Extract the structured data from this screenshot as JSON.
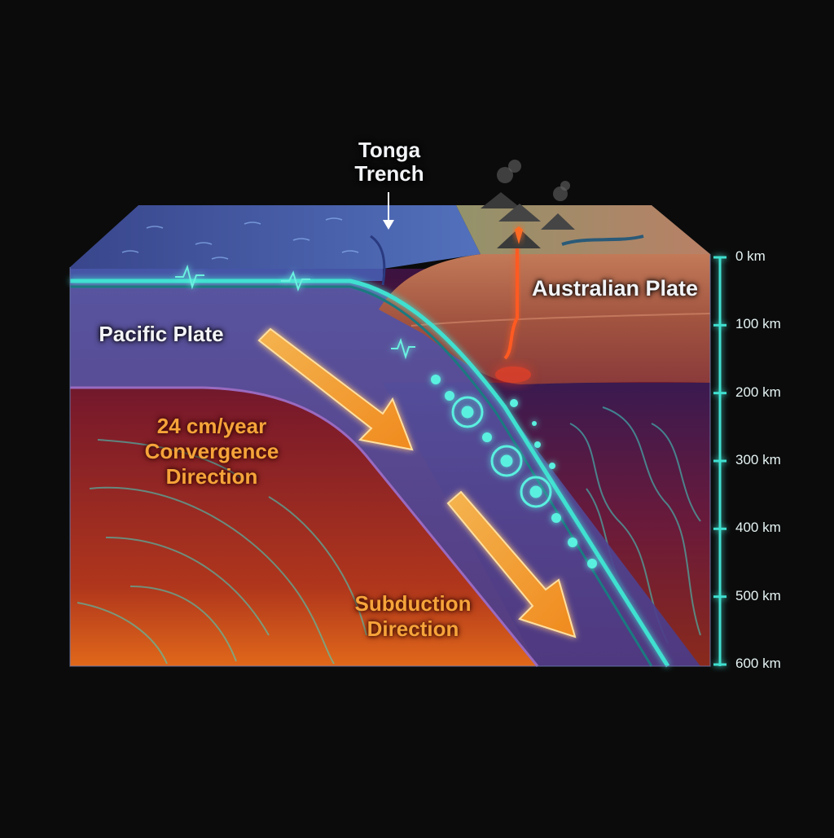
{
  "labels": {
    "trench": "Tonga\nTrench",
    "australian_plate": "Australian Plate",
    "pacific_plate": "Pacific Plate",
    "convergence": "24 cm/year\nConvergence\nDirection",
    "subduction": "Subduction\nDirection"
  },
  "depth_scale": {
    "ticks": [
      "0 km",
      "100 km",
      "200 km",
      "300 km",
      "400 km",
      "500 km",
      "600 km"
    ],
    "color": "#3fe0d0"
  },
  "colors": {
    "ocean": "#4a5fb0",
    "mantle_red": "#8a1c22",
    "mantle_orange": "#d8601c",
    "slab_purple": "#5a4a8a",
    "slab_edge": "#3fe0d0",
    "arrow": "#f6a43a",
    "continental": "#b0684a"
  },
  "icons": [
    "volcano-icon",
    "earthquake-dot-icon",
    "seismic-wave-icon",
    "arrow-icon"
  ]
}
